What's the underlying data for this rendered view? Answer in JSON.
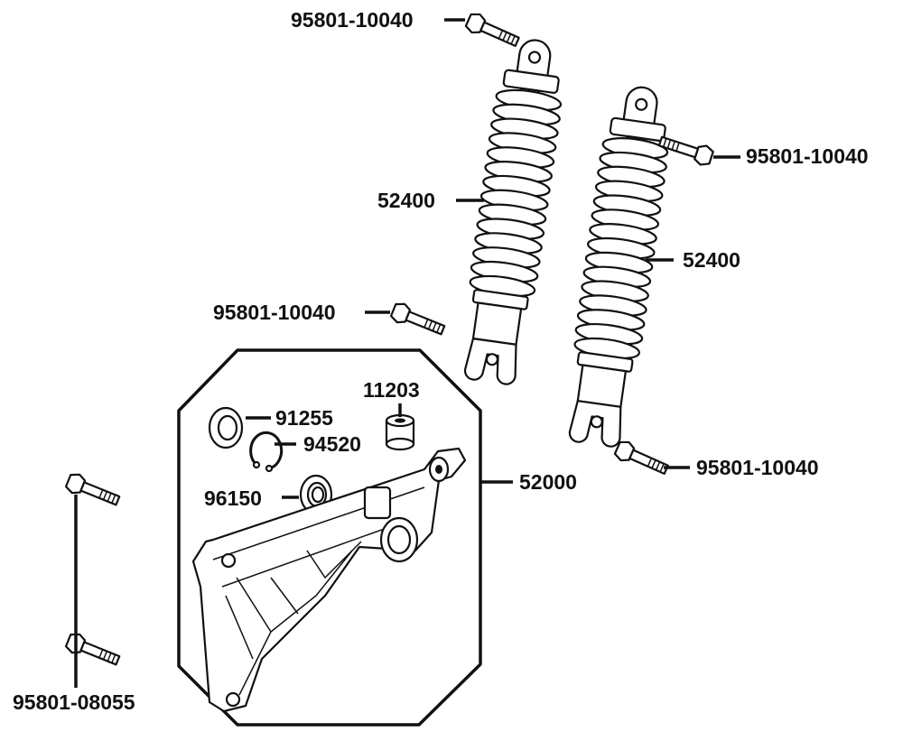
{
  "labels": {
    "bolt_top": "95801-10040",
    "bolt_right_top": "95801-10040",
    "bolt_left_mid": "95801-10040",
    "bolt_right_bottom": "95801-10040",
    "shock_left": "52400",
    "shock_right": "52400",
    "bush": "11203",
    "seal": "91255",
    "circlip": "94520",
    "bearing": "96150",
    "arm": "52000",
    "bolts_left": "95801-08055"
  },
  "colors": {
    "line": "#111111",
    "background": "#ffffff"
  }
}
